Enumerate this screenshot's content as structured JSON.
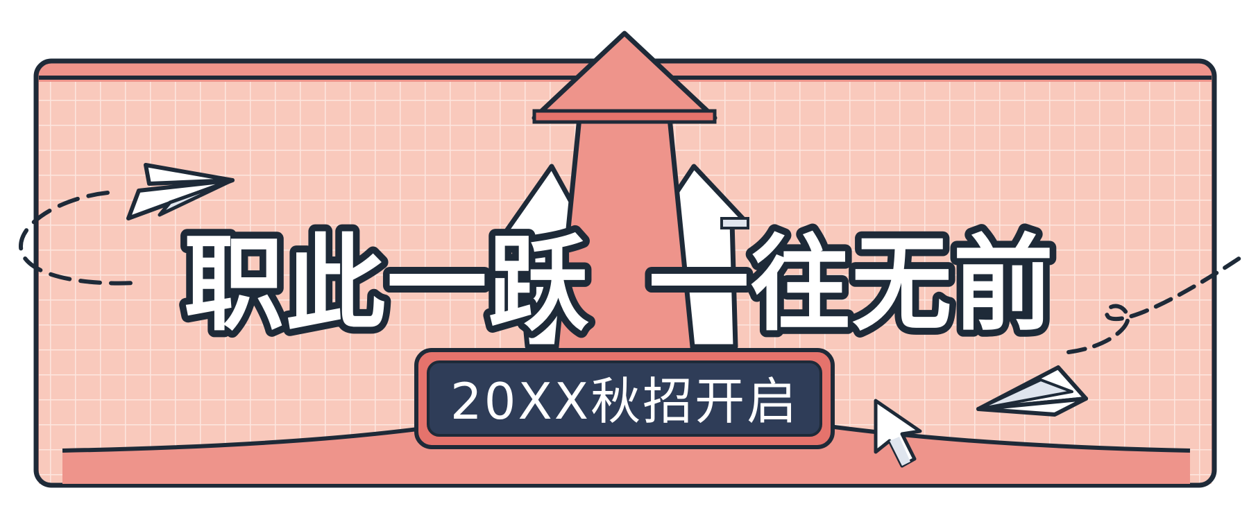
{
  "banner": {
    "headline_left": "职此一跃",
    "headline_right": "一往无前",
    "badge_text": "20XX秋招开启"
  },
  "colors": {
    "outline": "#1e2a38",
    "card_bg": "#f9c9bc",
    "grid_line": "#fde6df",
    "coral": "#ee948b",
    "coral_dark": "#e5736c",
    "badge_bg": "#2f3d58",
    "white": "#ffffff"
  },
  "icons": {
    "arrow": "up-arrow-icon",
    "plane_left": "paper-plane-icon",
    "plane_right": "paper-plane-icon",
    "cursor": "mouse-cursor-icon"
  }
}
